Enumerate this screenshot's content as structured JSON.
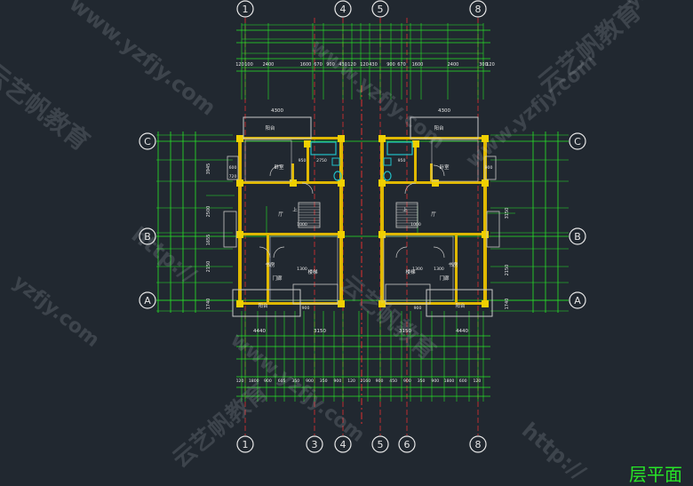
{
  "colors": {
    "background": "#212830",
    "dimension": "#27e627",
    "axis_line": "#e03030",
    "wall": "#e0b800",
    "column": "#f0d000",
    "outline": "#c8c8c8",
    "text": "#e8e8e8",
    "fixture": "#20c0c8",
    "bubble": "#e8e8e8"
  },
  "axes": {
    "vertical_top": [
      "1",
      "4",
      "5",
      "8"
    ],
    "vertical_bottom": [
      "1",
      "3",
      "4",
      "5",
      "6",
      "8"
    ],
    "horizontal": [
      "C",
      "B",
      "A"
    ]
  },
  "dims": {
    "top_left": [
      "120",
      "100",
      "2400",
      "1600",
      "670",
      "900",
      "430",
      "120"
    ],
    "top_right": [
      "120",
      "430",
      "900",
      "670",
      "1600",
      "2400",
      "300",
      "120"
    ],
    "balcony_width_left": "4300",
    "balcony_width_right": "4300",
    "bottom_overall_left": "4440",
    "bottom_mid_left": "3150",
    "bottom_mid_right": "3150",
    "bottom_overall_right": "4440",
    "bottom_detail": [
      "120",
      "1800",
      "900",
      "605",
      "350",
      "900",
      "350",
      "900",
      "120",
      "2160",
      "900",
      "450",
      "900",
      "350",
      "900",
      "1800",
      "600",
      "120"
    ],
    "left_vertical": [
      "3945",
      "2500",
      "1655",
      "2150",
      "1740"
    ],
    "right_vertical": [
      "3150",
      "2150",
      "1740"
    ],
    "inner_small": [
      "950",
      "2750",
      "1300",
      "1300",
      "950",
      "1000",
      "1000",
      "1300",
      "900",
      "900",
      "600",
      "720",
      "900"
    ]
  },
  "rooms": {
    "balcony": "阳台",
    "bedroom": "卧室",
    "living": "厅",
    "up": "上",
    "study": "书房",
    "foyer": "门廊",
    "stair_label": "楼梯",
    "bedroom2": "卧室"
  },
  "watermarks": [
    "云艺帆教育",
    "www.yzfjy.com",
    "http://",
    "yzfjy.com",
    "云艺帆教育"
  ],
  "corner_text": "层平面"
}
